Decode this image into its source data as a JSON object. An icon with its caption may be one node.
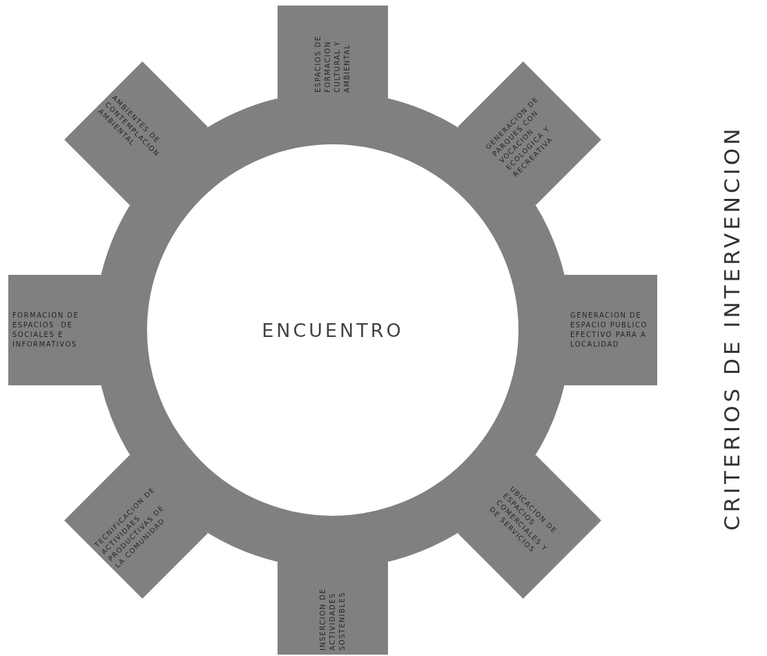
{
  "diagram": {
    "title": "CRITERIOS DE INTERVENCION",
    "nodes": [
      {
        "text": [
          "ENCUENTRO"
        ]
      },
      {
        "text": [
          "GENERACION DE ESPACIO PUBLICO EFECTIVO PARA A LOCALIDAD"
        ]
      },
      {
        "text": [
          "UBICACION DE ESPACIOS COMERCIALES Y DE SERVICIOS"
        ]
      },
      {
        "text": [
          "INSERCION DE ACTIVIDADES SOSTENIBLES"
        ]
      },
      {
        "text": [
          "TECNIFICACION DE ACTIVIDAES PRODUCTIVAS DE LA COMUNIDAD"
        ]
      },
      {
        "text": [
          "FORMACION DE ESPACIOS  DE SOCIALES E INFORMATIVOS"
        ]
      },
      {
        "text": [
          "AMBIENTES DE CONTEMPLACION AMBIENTAL"
        ]
      },
      {
        "text": [
          "ESPACIOS DE FORMACION CULTURAL Y AMBIENTAL"
        ]
      },
      {
        "text": [
          "GENERACION DE PARQUES CON VOCACION ECOLOGICA Y RECREATIVA"
        ]
      }
    ],
    "edges": []
  }
}
